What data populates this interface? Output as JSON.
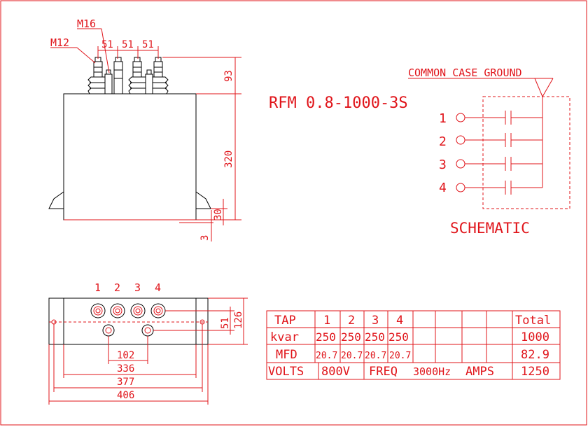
{
  "model": "RFM 0.8-1000-3S",
  "schematic": {
    "ground_label": "COMMON  CASE GROUND",
    "title": "SCHEMATIC",
    "taps": [
      "1",
      "2",
      "3",
      "4"
    ]
  },
  "side_view": {
    "thread_labels": [
      "M16",
      "M12"
    ],
    "pitch_labels": [
      "51",
      "51",
      "51"
    ],
    "dims": {
      "terminal_height": "93",
      "body_height": "320",
      "foot_height": "30",
      "foot_thickness": "3"
    }
  },
  "top_view": {
    "terminal_numbers": [
      "1",
      "2",
      "3",
      "4"
    ],
    "dims": {
      "row_offset": "51",
      "width": "126",
      "ground_spacing": "102",
      "span_336": "336",
      "span_377": "377",
      "span_406": "406"
    }
  },
  "table": {
    "header": [
      "TAP",
      "1",
      "2",
      "3",
      "4",
      "",
      "",
      "",
      "Total"
    ],
    "kvar": [
      "kvar",
      "250",
      "250",
      "250",
      "250",
      "",
      "",
      "",
      "1000"
    ],
    "mfd": [
      "MFD",
      "20.7",
      "20.7",
      "20.7",
      "20.7",
      "",
      "",
      "",
      "82.9"
    ],
    "ratings": {
      "volts_label": "VOLTS",
      "volts": "800V",
      "freq_label": "FREQ",
      "freq": "3000Hz",
      "amps_label": "AMPS",
      "amps": "1250"
    }
  }
}
